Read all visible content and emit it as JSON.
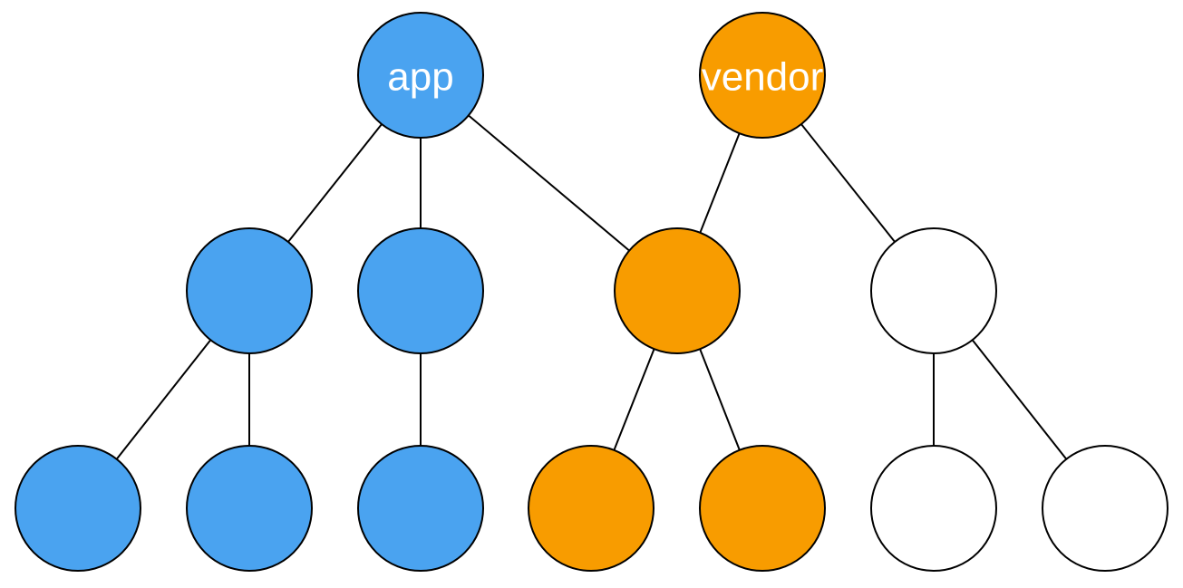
{
  "colors": {
    "app": "#4aa3f0",
    "vendor": "#f89c00",
    "none": "#ffffff"
  },
  "nodes": [
    {
      "id": "app",
      "label": "app",
      "group": "app"
    },
    {
      "id": "vendor",
      "label": "vendor",
      "group": "vendor"
    },
    {
      "id": "a1",
      "label": "",
      "group": "app"
    },
    {
      "id": "a2",
      "label": "",
      "group": "app"
    },
    {
      "id": "s1",
      "label": "",
      "group": "vendor"
    },
    {
      "id": "w1",
      "label": "",
      "group": "none"
    },
    {
      "id": "a11",
      "label": "",
      "group": "app"
    },
    {
      "id": "a12",
      "label": "",
      "group": "app"
    },
    {
      "id": "a21",
      "label": "",
      "group": "app"
    },
    {
      "id": "s11",
      "label": "",
      "group": "vendor"
    },
    {
      "id": "s12",
      "label": "",
      "group": "vendor"
    },
    {
      "id": "w11",
      "label": "",
      "group": "none"
    },
    {
      "id": "w12",
      "label": "",
      "group": "none"
    }
  ],
  "edges": [
    [
      "app",
      "a1"
    ],
    [
      "app",
      "a2"
    ],
    [
      "app",
      "s1"
    ],
    [
      "vendor",
      "s1"
    ],
    [
      "vendor",
      "w1"
    ],
    [
      "a1",
      "a11"
    ],
    [
      "a1",
      "a12"
    ],
    [
      "a2",
      "a21"
    ],
    [
      "s1",
      "s11"
    ],
    [
      "s1",
      "s12"
    ],
    [
      "w1",
      "w11"
    ],
    [
      "w1",
      "w12"
    ]
  ]
}
